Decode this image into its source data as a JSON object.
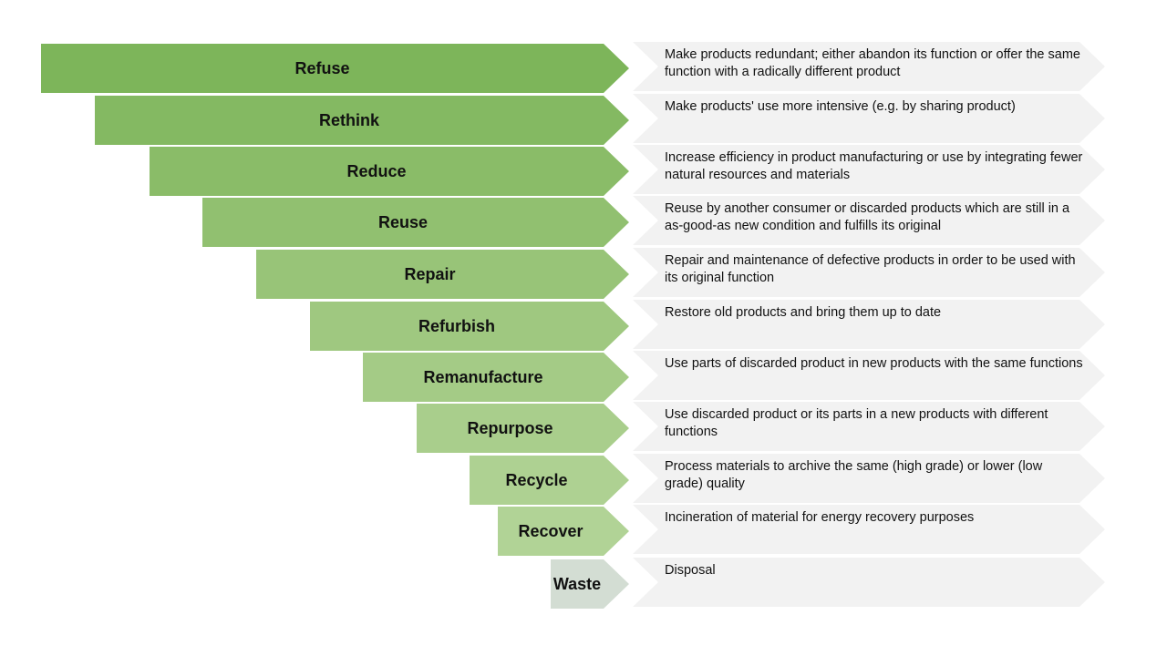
{
  "rows": [
    {
      "label": "Refuse",
      "description": "Make products redundant; either abandon its function or offer the same function with a radically different product",
      "color": "#7db55a"
    },
    {
      "label": "Rethink",
      "description": "Make products' use more intensive (e.g. by sharing product)",
      "color": "#84b962"
    },
    {
      "label": "Reduce",
      "description": "Increase efficiency in product manufacturing or use by integrating fewer natural resources and materials",
      "color": "#8abc68"
    },
    {
      "label": "Reuse",
      "description": "Reuse by another consumer or discarded products which are still in a as-good-as new condition and fulfills its original",
      "color": "#91c070"
    },
    {
      "label": "Repair",
      "description": "Repair and maintenance of defective products in order to be used with its original function",
      "color": "#98c478"
    },
    {
      "label": "Refurbish",
      "description": "Restore old products and bring them up to date",
      "color": "#9fc880"
    },
    {
      "label": "Remanufacture",
      "description": "Use parts of discarded product in new products with the same functions",
      "color": "#a4cb86"
    },
    {
      "label": "Repurpose",
      "description": "Use discarded product or its parts in a new products with different functions",
      "color": "#a9ce8c"
    },
    {
      "label": "Recycle",
      "description": "Process materials to archive the same (high grade) or lower (low grade) quality",
      "color": "#aed192"
    },
    {
      "label": "Recover",
      "description": "Incineration of material for energy recovery purposes",
      "color": "#b1d396"
    },
    {
      "label": "Waste",
      "description": "Disposal",
      "color": "#d3ddd3"
    }
  ]
}
